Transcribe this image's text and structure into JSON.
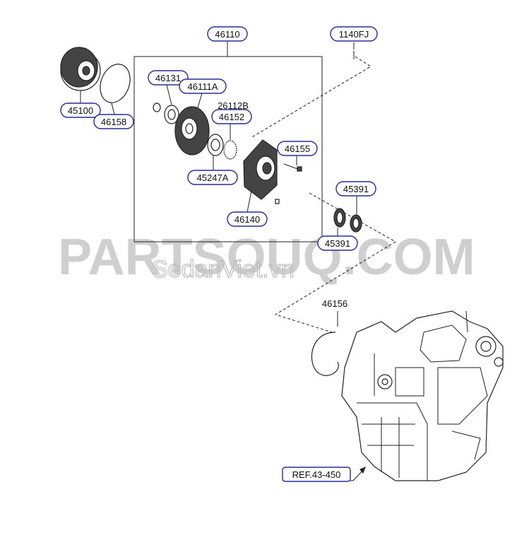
{
  "watermark": {
    "main": "PARTSOUQ.COM",
    "sub": "SedanViet.vn"
  },
  "callouts": {
    "p46110": "46110",
    "p1140FJ": "1140FJ",
    "p45100": "45100",
    "p46158": "46158",
    "p46131": "46131",
    "p46111A": "46111A",
    "p26112B": "26112B",
    "p46152": "46152",
    "p46155": "46155",
    "p45247A": "45247A",
    "p46140": "46140",
    "p45391_top": "45391",
    "p45391_bottom": "45391",
    "p46156": "46156",
    "ref": "REF.43-450"
  },
  "colors": {
    "callout_border": "#2a2a9a",
    "watermark": "#cfcfcf",
    "line": "#222222"
  }
}
